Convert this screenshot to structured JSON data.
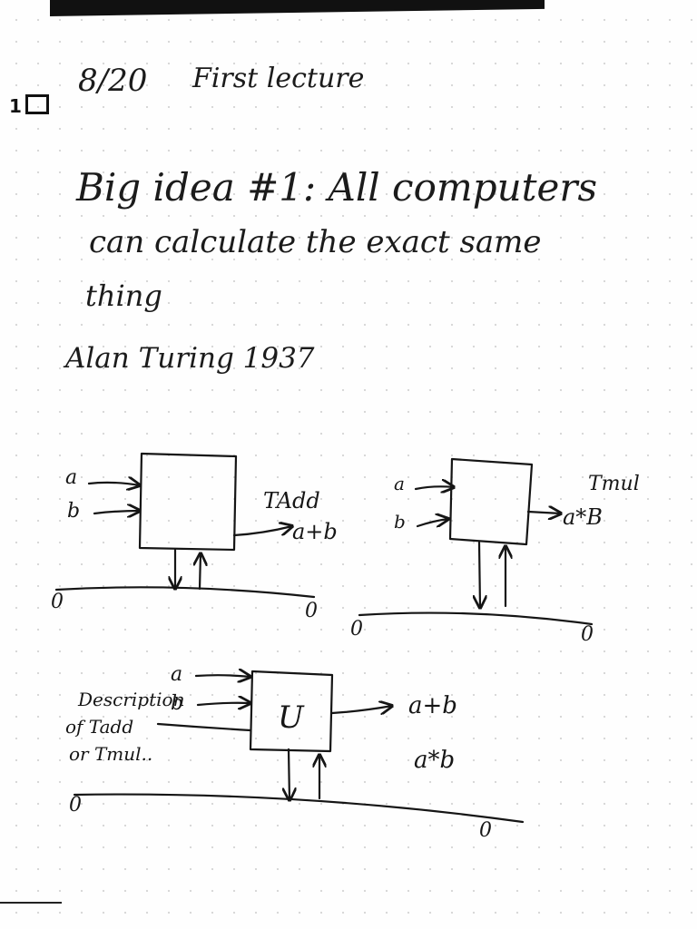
{
  "page_marker": "1",
  "heading": {
    "date": "8/20",
    "title": "First lecture"
  },
  "idea": {
    "line1": "Big idea #1: All computers",
    "line2": "can calculate the exact same",
    "line3": "thing",
    "credit": "Alan Turing 1937"
  },
  "diagram_add": {
    "input_a": "a",
    "input_b": "b",
    "machine": "TAdd",
    "output": "a+b",
    "tape_start": "0",
    "tape_end": "0"
  },
  "diagram_mul": {
    "input_a": "a",
    "input_b": "b",
    "machine": "Tmul",
    "output": "a*B",
    "tape_start": "0",
    "tape_end": "0"
  },
  "diagram_universal": {
    "input_a": "a",
    "input_b": "b",
    "description_line1": "Description",
    "description_line2": "of Tadd",
    "description_line3": "or Tmul..",
    "machine": "U",
    "output_1": "a+b",
    "output_2": "a*b",
    "tape_start": "0",
    "tape_end": "0"
  }
}
